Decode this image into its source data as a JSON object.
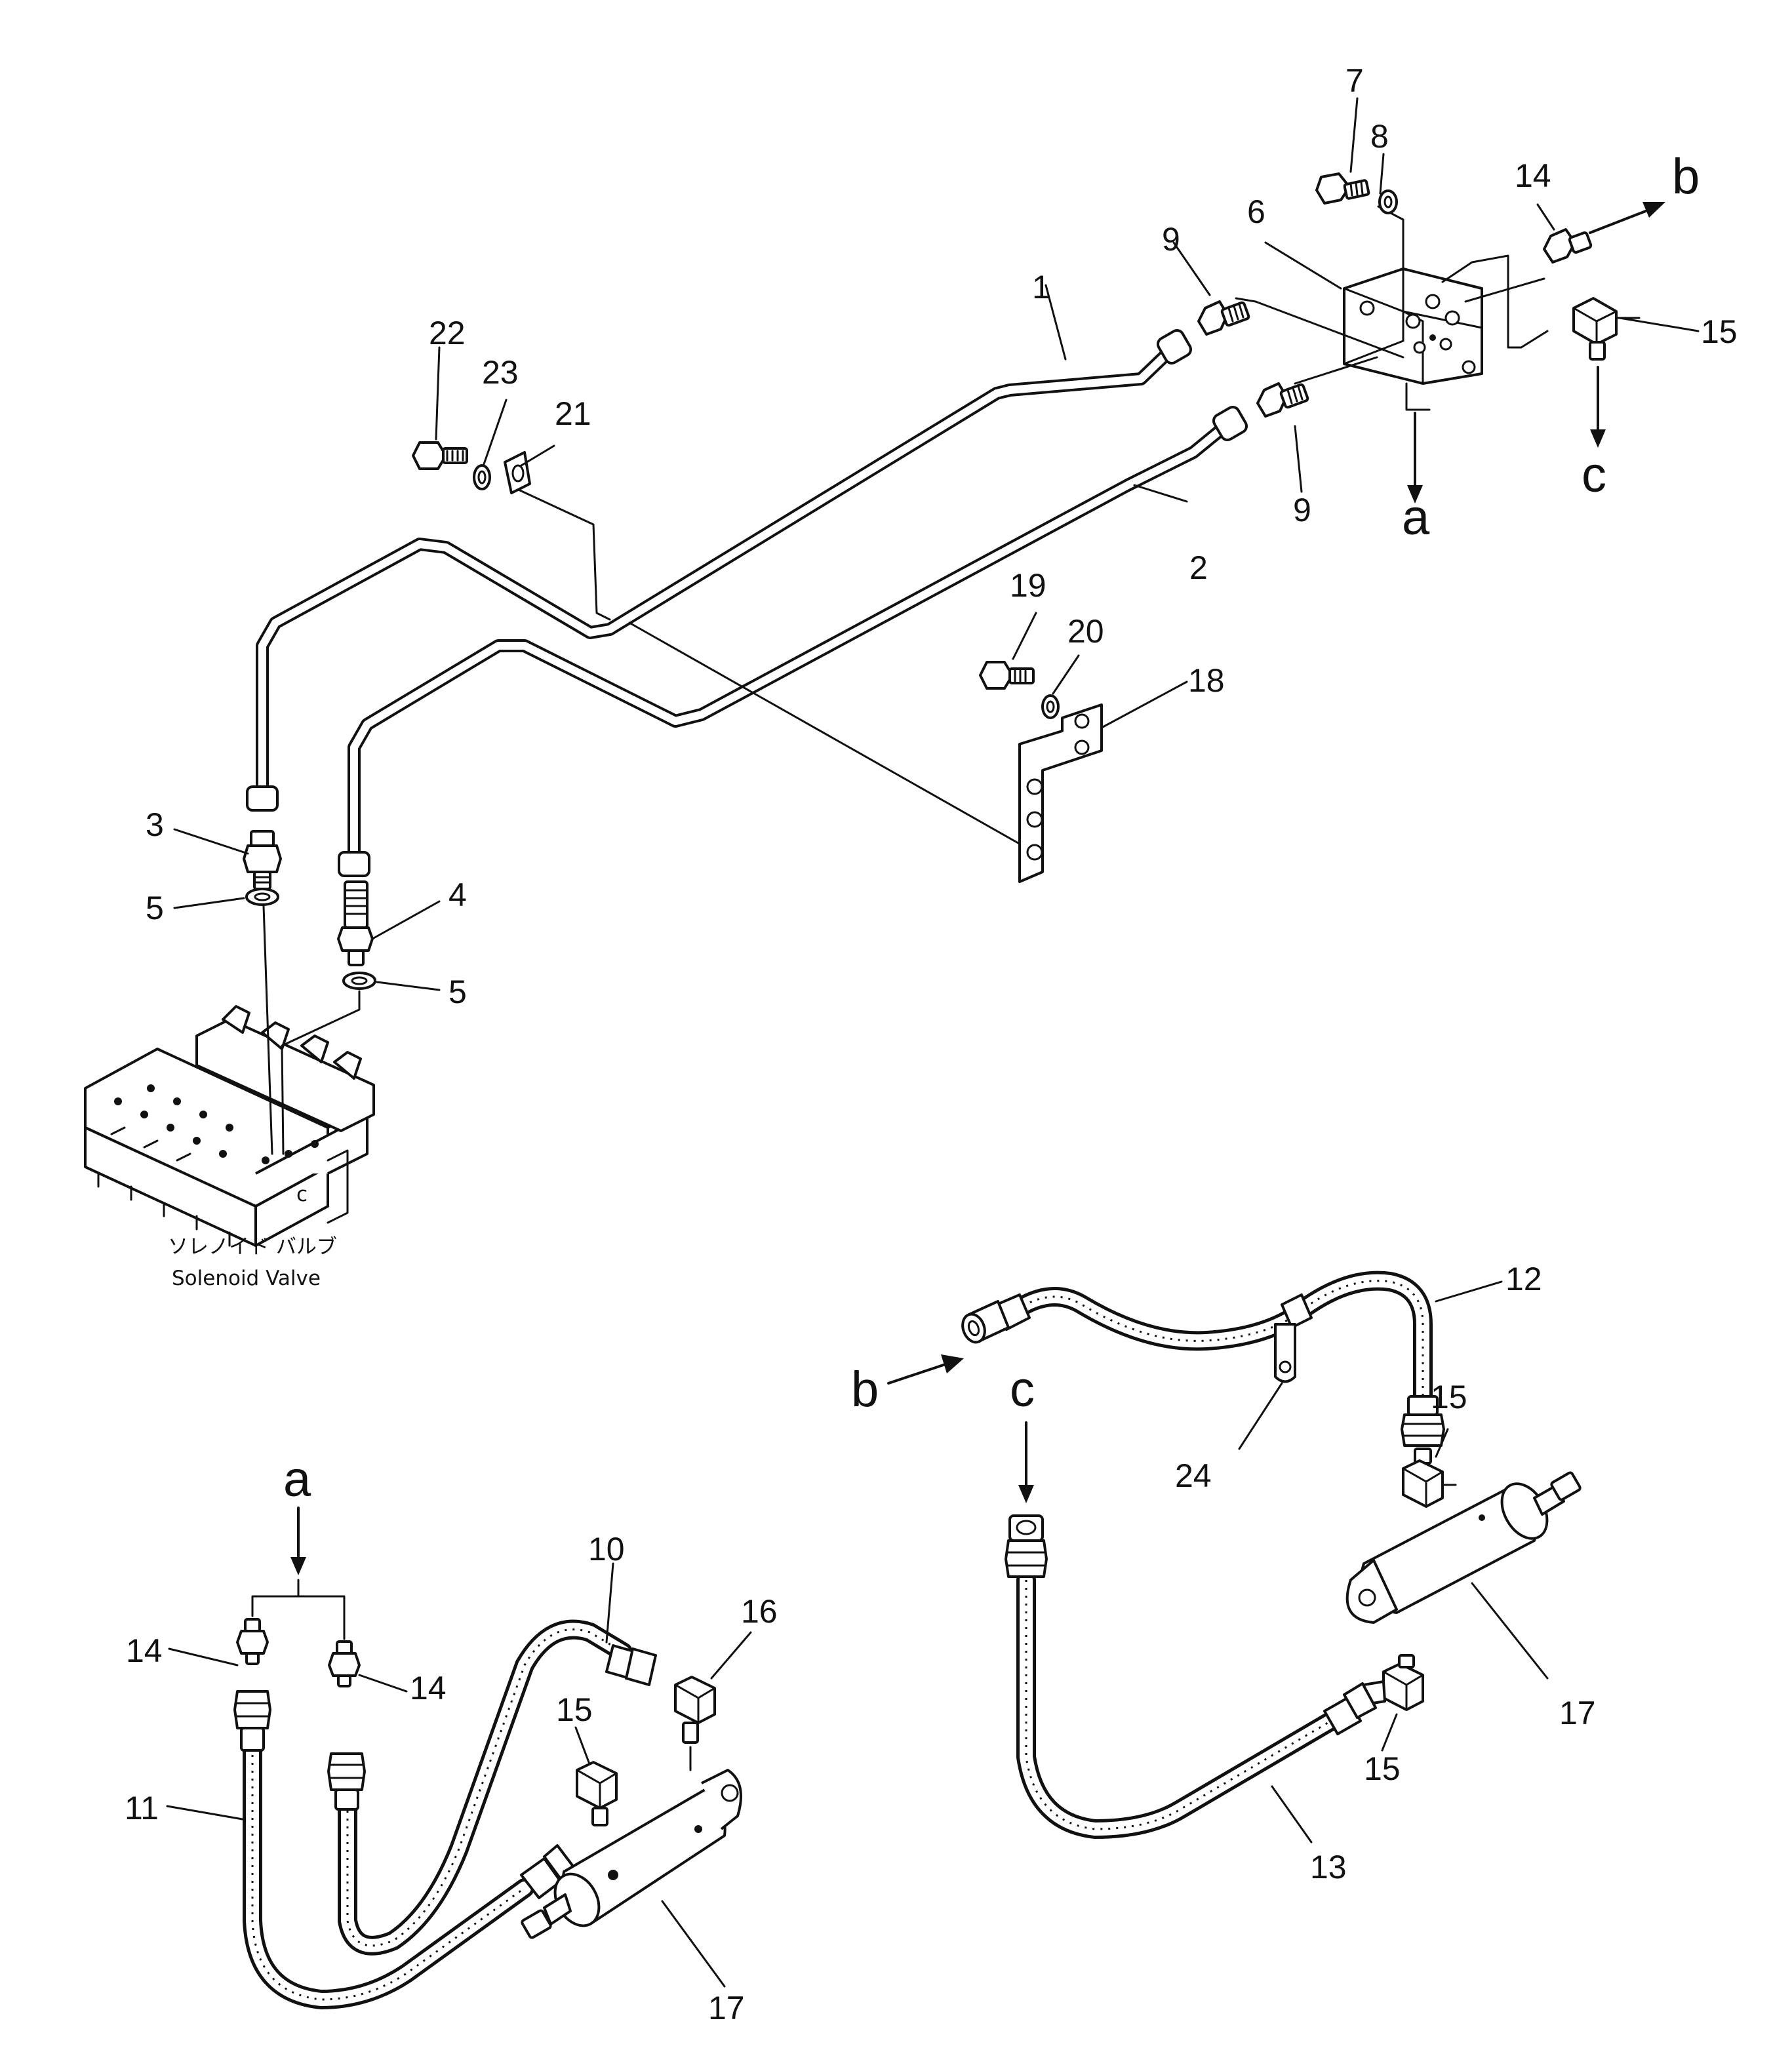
{
  "callouts": [
    "1",
    "2",
    "3",
    "4",
    "5",
    "5",
    "6",
    "7",
    "8",
    "9",
    "9",
    "14",
    "15",
    "18",
    "19",
    "20",
    "21",
    "22",
    "23"
  ],
  "lower_callouts": [
    "10",
    "11",
    "12",
    "13",
    "14",
    "14",
    "15",
    "15",
    "15",
    "16",
    "17",
    "17",
    "24"
  ],
  "connection_labels": {
    "a_top": "a",
    "b_top": "b",
    "c_top": "c",
    "a_bottom": "a",
    "b_bottom": "b",
    "c_bottom": "c"
  },
  "solenoid_valve": {
    "label_jp": "ソレノイド バルブ",
    "label_en": "Solenoid Valve",
    "port_letter": "c"
  }
}
